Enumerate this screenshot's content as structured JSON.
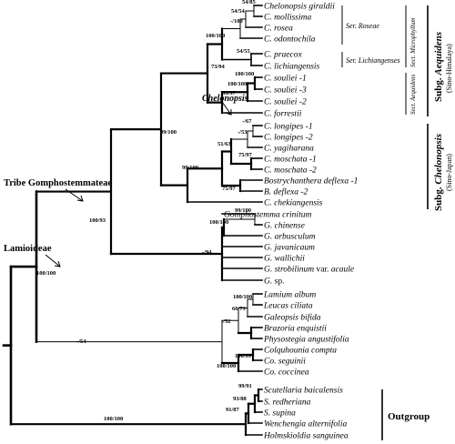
{
  "taxa": [
    {
      "name": "Chelonopsis giraldii"
    },
    {
      "name": "C. mollissima"
    },
    {
      "name": "C. rosea"
    },
    {
      "name": "C. odontochila"
    },
    {
      "name": "C. praecox"
    },
    {
      "name": "C. lichiangensis"
    },
    {
      "name": "C. souliei -1"
    },
    {
      "name": "C. souliei -3"
    },
    {
      "name": "C. souliei -2"
    },
    {
      "name": "C. forrestii"
    },
    {
      "name": "C. longipes -1"
    },
    {
      "name": "C. longipes -2"
    },
    {
      "name": "C. yagiharana"
    },
    {
      "name": "C. moschata -1"
    },
    {
      "name": "C. moschata -2"
    },
    {
      "name": "Bostrychanthera deflexa -1"
    },
    {
      "name": "B. deflexa -2"
    },
    {
      "name": "C. chekiangensis"
    },
    {
      "name": "Gomphostemma crinitum"
    },
    {
      "name": "G. chinense"
    },
    {
      "name": "G. arbusculum"
    },
    {
      "name": "G. javanicaum"
    },
    {
      "name": "G. wallichii"
    },
    {
      "name": "G. strobilinum var. acaule",
      "parts": [
        "G. strobilinum",
        " var. ",
        "acaule"
      ]
    },
    {
      "name": "G. sp.",
      "parts": [
        "G.",
        " sp.",
        ""
      ]
    },
    {
      "name": "Lamium album"
    },
    {
      "name": "Leucas ciliata"
    },
    {
      "name": "Galeopsis bifida"
    },
    {
      "name": "Brazoria enquistii"
    },
    {
      "name": "Physostegia angustifolia"
    },
    {
      "name": "Colquhounia compta"
    },
    {
      "name": "Co. seguinii"
    },
    {
      "name": "Co. coccinea"
    },
    {
      "name": "Scutellaria baicalensis"
    },
    {
      "name": "S. redheriana"
    },
    {
      "name": "S. supina"
    },
    {
      "name": "Wenchengia alternifolia"
    },
    {
      "name": "Holmskioldia sanguinea"
    }
  ],
  "supports": {
    "giraldii_mollissima": "54/85",
    "rosea_grp": "54/54",
    "odontochila_grp": "-/100",
    "roseae_lich": "100/100",
    "praecox_lich": "54/55",
    "aequidens": "73/94",
    "souliei13": "100/100",
    "souliei_12_2": "100/100",
    "souliei_forr": "53/57",
    "chelonopsis": "99/100",
    "longipes": "-/67",
    "longipes_yag": "-/53",
    "long_mosch": "51/63",
    "moschata": "75/97",
    "bostrychanthera": "75/97",
    "chelonopsis_japan": "99/100",
    "gompho_cc": "99/100",
    "gompho_ca": "100/100",
    "gompho": "-/94",
    "tribe": "100/93",
    "lamium": "100/100",
    "lam_gal": "66/73",
    "lam_phys": "-/52",
    "colq_seg": "100/99",
    "colq": "100/100",
    "outer": "-/54",
    "lamioideae": "100/100",
    "scut_red": "99/91",
    "scut_sup": "93/88",
    "scut_wen": "91/87",
    "root": "100/100"
  },
  "labels": {
    "chelonopsis": "Chelonopsis",
    "tribe": "Tribe Gomphostemmateae",
    "lamioideae": "Lamioideae",
    "ser_roseae": "Ser. Roseae",
    "ser_lichiangenses": "Ser. Lichiangenses",
    "sect_microphyllum": "Sect. Microphyllum",
    "sect_aequidens": "Sect. Aequidens",
    "subg_aequidens": "Subg. Aequidens",
    "subg_aequidens_region": "(Sino-Himalaya)",
    "subg_chelonopsis": "Subg. Chelonopsis",
    "subg_chelonopsis_region": "(Sino-Japan)",
    "outgroup": "Outgroup"
  }
}
